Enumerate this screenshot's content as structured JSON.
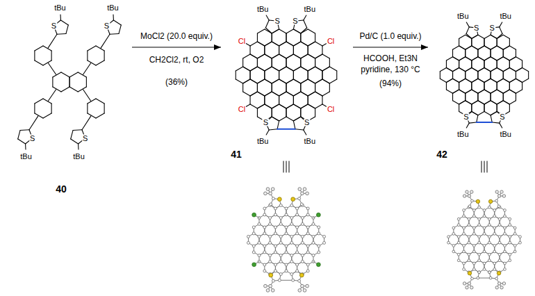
{
  "diagram": {
    "nodes": [
      {
        "text": [
          "40"
        ]
      },
      {
        "text": [
          "41"
        ]
      },
      {
        "text": [
          "42"
        ]
      }
    ],
    "edges": [
      {
        "from": 0,
        "to": 1,
        "arrow": "to"
      },
      {
        "from": 1,
        "to": 2,
        "arrow": "to"
      }
    ],
    "labels": [
      "MoCl2 (20.0 equiv.)",
      "CH2Cl2, rt, O2",
      "(36%)",
      "Pd/C (1.0 equiv.)",
      "HCOOH, Et3N",
      "pyridine, 130 °C",
      "(94%)",
      "tBu",
      "tBu",
      "tBu",
      "tBu",
      "S",
      "S",
      "S",
      "S",
      "Cl",
      "Cl",
      "Cl",
      "Cl",
      "S",
      "S",
      "S",
      "S",
      "tBu",
      "tBu",
      "tBu",
      "tBu",
      "S",
      "S",
      "S",
      "S",
      "tBu",
      "tBu",
      "tBu",
      "tBu"
    ]
  }
}
